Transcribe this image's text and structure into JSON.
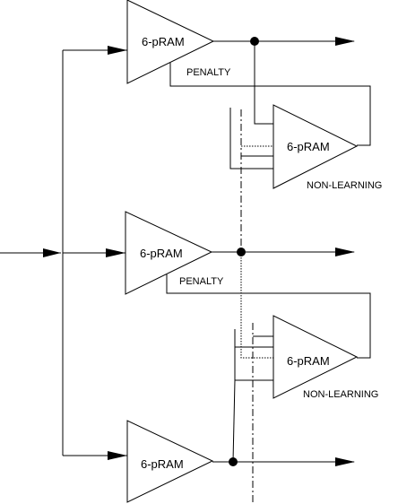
{
  "units": {
    "learning_top": {
      "label": "6-pRAM",
      "tag": "PENALTY"
    },
    "nonlearning_top": {
      "label": "6-pRAM",
      "tag": "NON-LEARNING"
    },
    "learning_middle": {
      "label": "6-pRAM",
      "tag": "PENALTY"
    },
    "nonlearning_bottom": {
      "label": "6-pRAM",
      "tag": "NON-LEARNING"
    },
    "learning_bottom": {
      "label": "6-pRAM"
    }
  }
}
